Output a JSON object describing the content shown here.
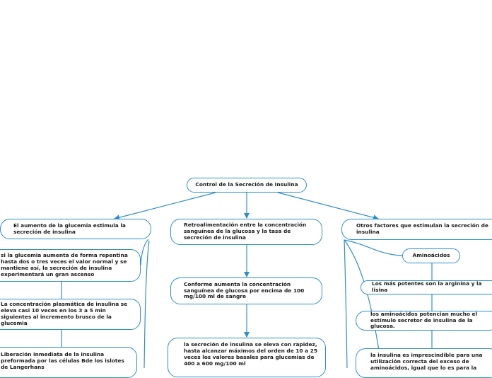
{
  "colors": {
    "line": "#2e8fc8",
    "border": "#2e8fc8",
    "text": "#1a1a1a",
    "background": "#ffffff"
  },
  "root": "Control de la Secreción de Insulina",
  "branches": {
    "left": {
      "title": "El aumento de la glucemia estimula la secreción de insulina",
      "items": [
        "si la glucemia aumenta de forma repentina hasta dos o tres veces el valor normal y se mantiene así, la secreción de insulina experimentará un gran ascenso",
        "La concentración plasmática de insulina se eleva casi 10 veces en los 3 a 5 min siguientes al incremento brusco de la glucemia",
        "Liberación inmediata de la insulina preformada por las células Bde los islotes de Langerhans"
      ]
    },
    "center": {
      "title": "Retroalimentación entre la concentración sanguínea de la glucosa y la tasa de secreción de insulina",
      "items": [
        "Conforme aumenta la concentración sanguínea de glucosa por encima de 100 mg/100 ml de sangre",
        "la secreción de insulina se eleva con rapidez, hasta alcanzar máximos del orden de 10 a 25 veces los valores basales para glucemias de 400 a 600 mg/100 ml"
      ]
    },
    "right": {
      "title": "Otros factores que estimulan la secreción de insulina",
      "items": [
        "Aminoácidos",
        "Los más potentes son la arginina y la lisina",
        "los aminoácidos potencian mucho el estímulo secretor de insulina de la glucosa.",
        "la insulina es imprescindible para una utilización correcta del exceso de aminoácidos, igual que lo es para la"
      ]
    }
  }
}
